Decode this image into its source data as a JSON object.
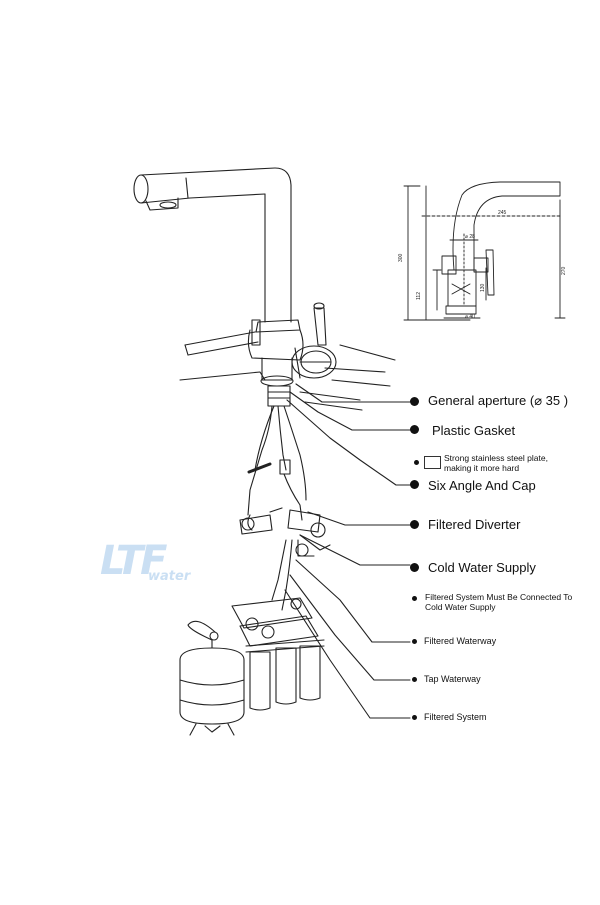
{
  "labels": {
    "general_aperture": "General aperture (⌀ 35 )",
    "plastic_gasket": "Plastic Gasket",
    "steel_plate_note": "Strong stainless steel plate, making it more hard",
    "six_angle_cap": "Six Angle And Cap",
    "filtered_diverter": "Filtered Diverter",
    "cold_water_supply": "Cold Water Supply",
    "connection_note": "Filtered System Must Be Connected To Cold Water Supply",
    "filtered_waterway": "Filtered Waterway",
    "tap_waterway": "Tap Waterway",
    "filtered_system": "Filtered System"
  },
  "dimensions": {
    "reach": "245",
    "spout_width": "⌀ 28",
    "total_height": "300",
    "spout_height": "270",
    "body_height": "112",
    "handle_height": "130",
    "base_diameter": "⌀ 40"
  },
  "logo": {
    "main": "LTF",
    "sub": "water"
  }
}
